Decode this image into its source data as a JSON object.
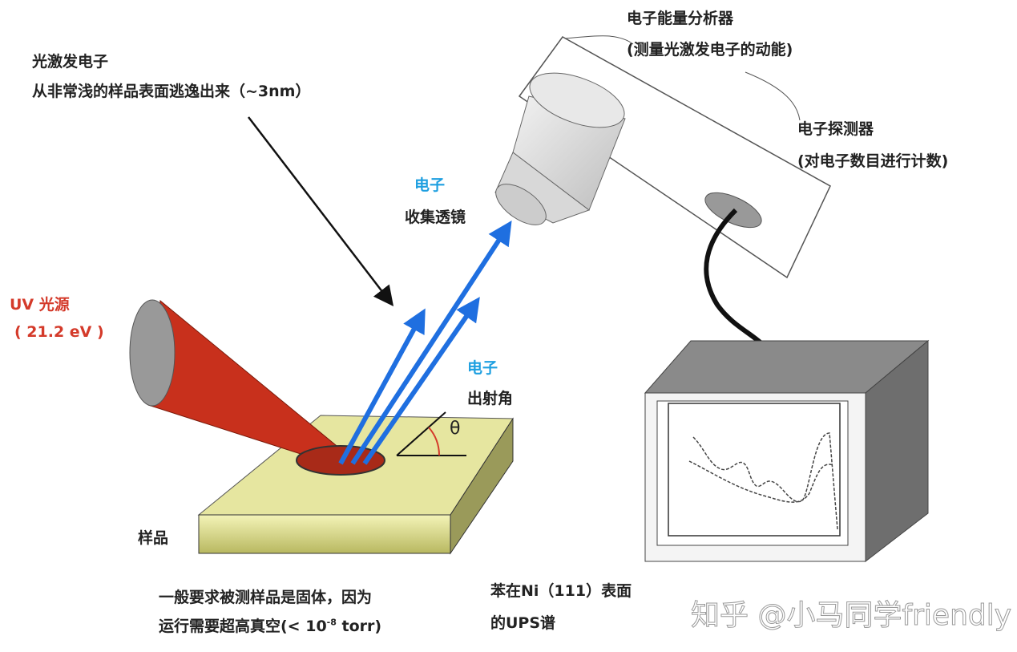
{
  "labels": {
    "photoelectron_title": "光激发电子",
    "photoelectron_desc": "从非常浅的样品表面逃逸出来（~3nm）",
    "uv_source": "UV 光源",
    "uv_energy": "( 21.2 eV )",
    "lens_electron": "电子",
    "lens_name": "收集透镜",
    "angle_electron": "电子",
    "angle_name": "出射角",
    "theta": "θ",
    "analyzer_name": "电子能量分析器",
    "analyzer_desc": "(测量光激发电子的动能)",
    "detector_name": "电子探测器",
    "detector_desc": "(对电子数目进行计数)",
    "sample": "样品",
    "sample_note_1": "一般要求被测样品是固体，因为",
    "sample_note_2_pre": "运行需要超高真空(< 10",
    "sample_note_2_exp": "-8",
    "sample_note_2_post": " torr)",
    "spectrum_caption_1": "苯在Ni（111）表面",
    "spectrum_caption_2": "的UPS谱",
    "watermark": "知乎 @小马同学friendly"
  },
  "colors": {
    "uv_beam": "#c8301c",
    "electron_arrow": "#1f6fe0",
    "sample_top": "#e6e6a0",
    "label_blue": "#1e9fe0",
    "label_red": "#d43a2a"
  }
}
